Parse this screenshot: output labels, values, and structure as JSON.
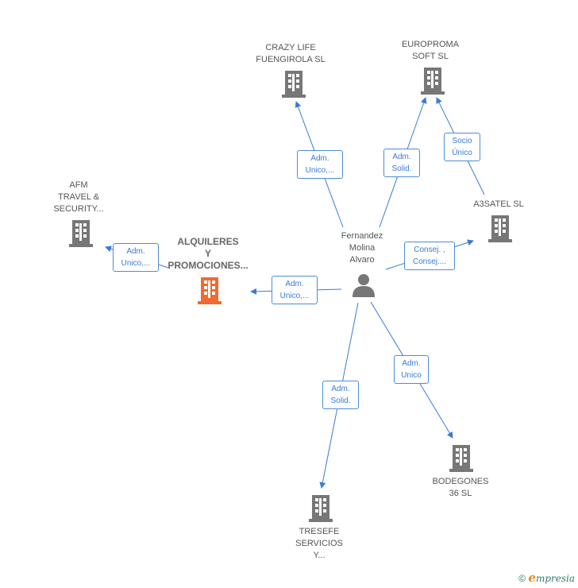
{
  "colors": {
    "edge": "#3a7bd5",
    "building": "#777777",
    "focus_building": "#f26a2e",
    "person": "#777777"
  },
  "nodes": {
    "crazy_life": "CRAZY LIFE\nFUENGIROLA SL",
    "europroma": "EUROPROMA\nSOFT  SL",
    "a3satel": "A3SATEL SL",
    "afm": "AFM\nTRAVEL &\nSECURITY...",
    "alquileres": "ALQUILERES\nY\nPROMOCIONES...",
    "person": "Fernandez\nMolina\nAlvaro",
    "bodegones": "BODEGONES\n36  SL",
    "tresefe": "TRESEFE\nSERVICIOS\nY..."
  },
  "edges": {
    "to_crazy_life": "Adm.\nUnico,...",
    "to_europroma": "Adm.\nSolid.",
    "a3satel_to_europroma": "Socio\nÚnico",
    "to_a3satel": "Consej. ,\nConsej....",
    "to_alquileres": "Adm.\nUnico,...",
    "alquileres_to_afm": "Adm.\nUnico,...",
    "to_bodegones": "Adm.\nUnico",
    "to_tresefe": "Adm.\nSolid."
  },
  "footer": {
    "copyright": "©",
    "brand_initial": "e",
    "brand_rest": "mpresia"
  }
}
